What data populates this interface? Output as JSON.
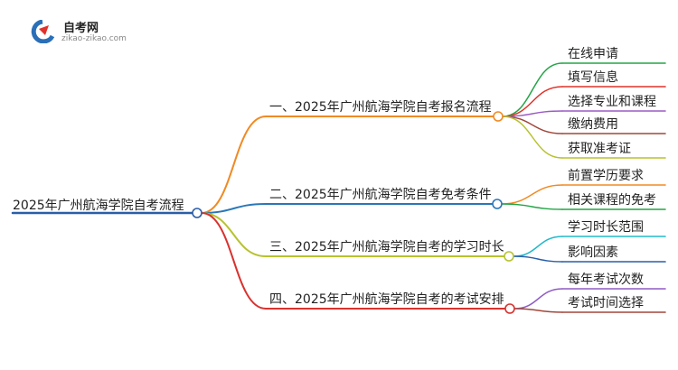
{
  "logo": {
    "name": "自考网",
    "domain": "zikao-zikao.com"
  },
  "root": "2025年广州航海学院自考流程",
  "branches": [
    {
      "label": "一、2025年广州航海学院自考报名流程",
      "color": "#f08a24",
      "children": [
        {
          "label": "在线申请",
          "color": "#24a547"
        },
        {
          "label": "填写信息",
          "color": "#e0322a"
        },
        {
          "label": "选择专业和课程",
          "color": "#9b5cc4"
        },
        {
          "label": "缴纳费用",
          "color": "#a0463a"
        },
        {
          "label": "获取准考证",
          "color": "#b7c22e"
        }
      ]
    },
    {
      "label": "二、2025年广州航海学院自考免考条件",
      "color": "#2a77b8",
      "children": [
        {
          "label": "前置学历要求",
          "color": "#f08a24"
        },
        {
          "label": "相关课程的免考",
          "color": "#24a547"
        }
      ]
    },
    {
      "label": "三、2025年广州航海学院自考的学习时长",
      "color": "#b7c22e",
      "children": [
        {
          "label": "学习时长范围",
          "color": "#22b8c9"
        },
        {
          "label": "影响因素",
          "color": "#2a5ea8"
        }
      ]
    },
    {
      "label": "四、2025年广州航海学院自考的考试安排",
      "color": "#d8322e",
      "children": [
        {
          "label": "每年考试次数",
          "color": "#8f5cc4"
        },
        {
          "label": "考试时间选择",
          "color": "#a0463a"
        }
      ]
    }
  ]
}
